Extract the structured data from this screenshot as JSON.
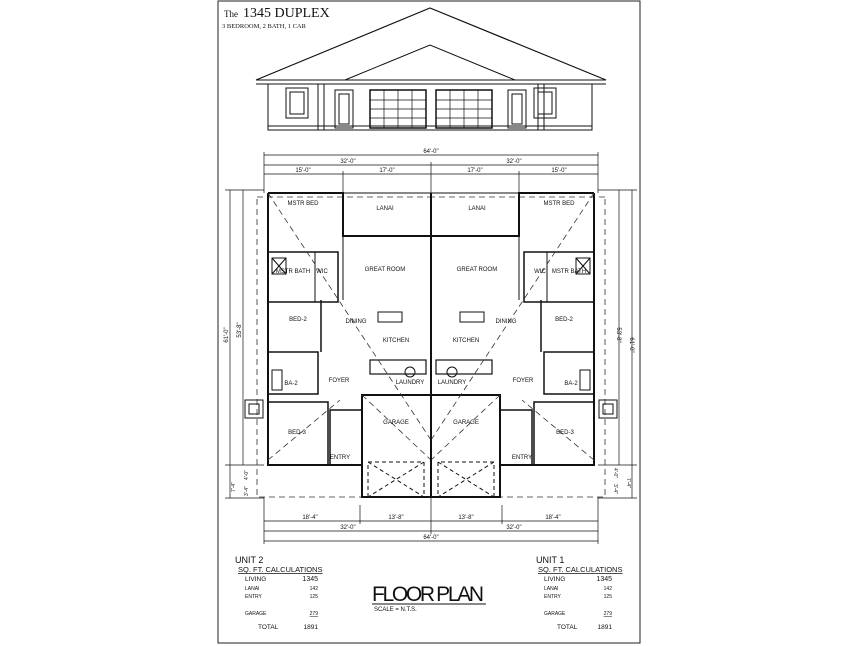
{
  "title": {
    "prefix": "The",
    "name": "1345 DUPLEX",
    "subtitle": "3 BEDROOM, 2 BATH, 1 CAR"
  },
  "dimensions": {
    "overall_width": "64'-0\"",
    "half_width": "32'-0\"",
    "top_segments": [
      "15'-0\"",
      "17'-0\"",
      "17'-0\"",
      "15'-0\""
    ],
    "bottom_segments": [
      "18'-4\"",
      "13'-8\"",
      "13'-8\"",
      "18'-4\""
    ],
    "overall_depth": "61'-0\"",
    "house_depth": "53'-8\"",
    "small_a": "7'-4\"",
    "small_b": "4'-0\"",
    "small_c": "3'-4\""
  },
  "rooms_left": [
    "MSTR BED",
    "LANAI",
    "GREAT ROOM",
    "MSTR BATH",
    "WIC",
    "BED-2",
    "DINING",
    "KITCHEN",
    "BA-2",
    "FOYER",
    "LAUNDRY",
    "BED-3",
    "GARAGE",
    "ENTRY"
  ],
  "rooms_right": [
    "MSTR BED",
    "LANAI",
    "GREAT ROOM",
    "MSTR BATH",
    "WIC",
    "BED-2",
    "DINING",
    "KITCHEN",
    "BA-2",
    "FOYER",
    "LAUNDRY",
    "BED-3",
    "GARAGE",
    "ENTRY"
  ],
  "plan_title": "FLOOR PLAN",
  "scale": "SCALE = N.T.S.",
  "units": [
    {
      "name": "UNIT 2",
      "heading": "SQ. FT. CALCULATIONS",
      "rows": [
        {
          "label": "LIVING",
          "value": "1345"
        },
        {
          "label": "LANAI",
          "value": "142"
        },
        {
          "label": "ENTRY",
          "value": "125"
        },
        {
          "label": "GARAGE",
          "value": "279"
        }
      ],
      "total_label": "TOTAL",
      "total": "1891"
    },
    {
      "name": "UNIT 1",
      "heading": "SQ. FT. CALCULATIONS",
      "rows": [
        {
          "label": "LIVING",
          "value": "1345"
        },
        {
          "label": "LANAI",
          "value": "142"
        },
        {
          "label": "ENTRY",
          "value": "125"
        },
        {
          "label": "GARAGE",
          "value": "279"
        }
      ],
      "total_label": "TOTAL",
      "total": "1891"
    }
  ]
}
